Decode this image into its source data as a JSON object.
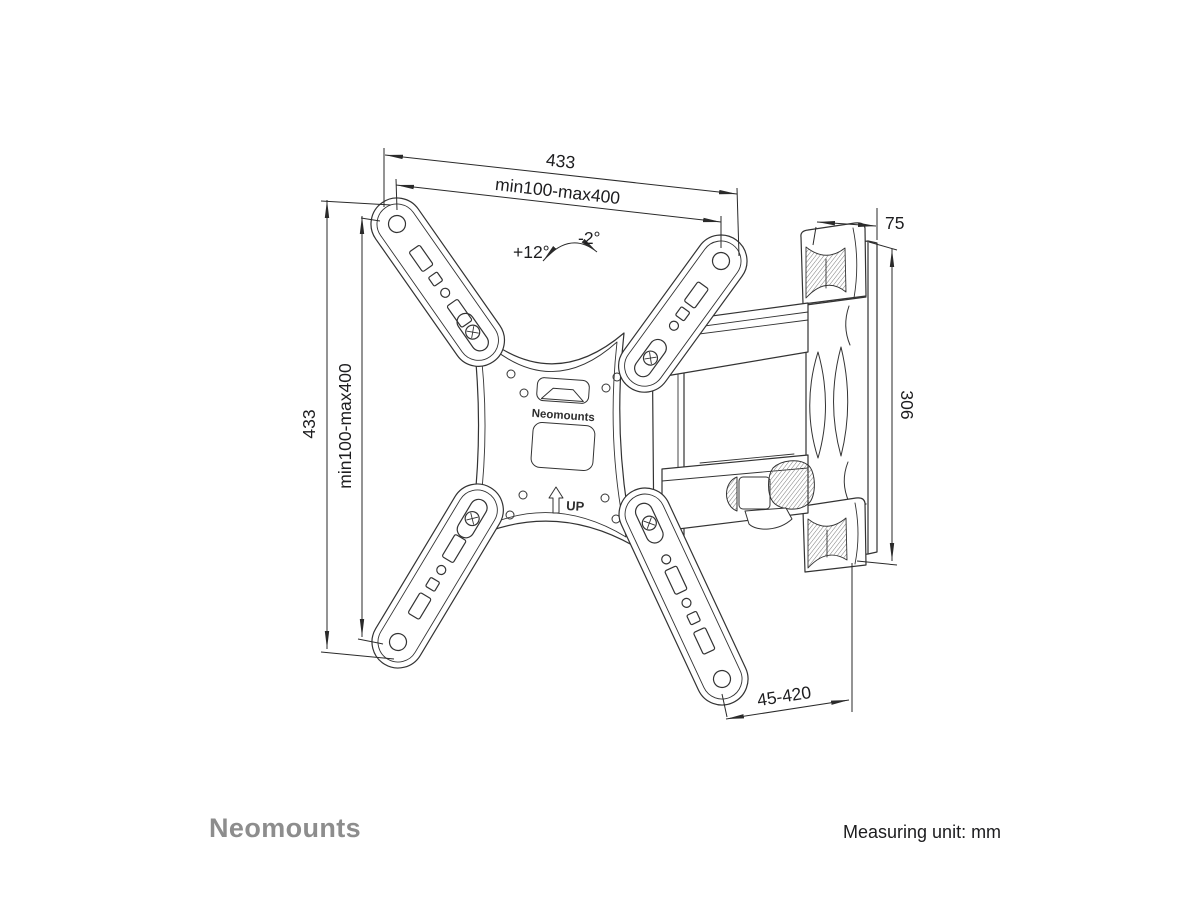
{
  "drawing": {
    "dim_width_outer": "433",
    "dim_width_vesa": "min100-max400",
    "dim_height_outer": "433",
    "dim_height_vesa": "min100-max400",
    "dim_depth": "75",
    "dim_bracket_height": "306",
    "dim_arm_extension": "45-420",
    "tilt_up": "+12°",
    "tilt_down": "-2°",
    "plate_brand": "Neomounts",
    "up_label": "UP"
  },
  "footer": {
    "brand_logo": "Neomounts",
    "measuring_unit": "Measuring unit: mm"
  },
  "colors": {
    "background": "#ffffff",
    "model_line": "#333333",
    "dimension_line": "#2a2a2a",
    "hatch": "#7a7a7a",
    "logo_gray": "#8d8d8d",
    "text": "#1d1d1f"
  }
}
